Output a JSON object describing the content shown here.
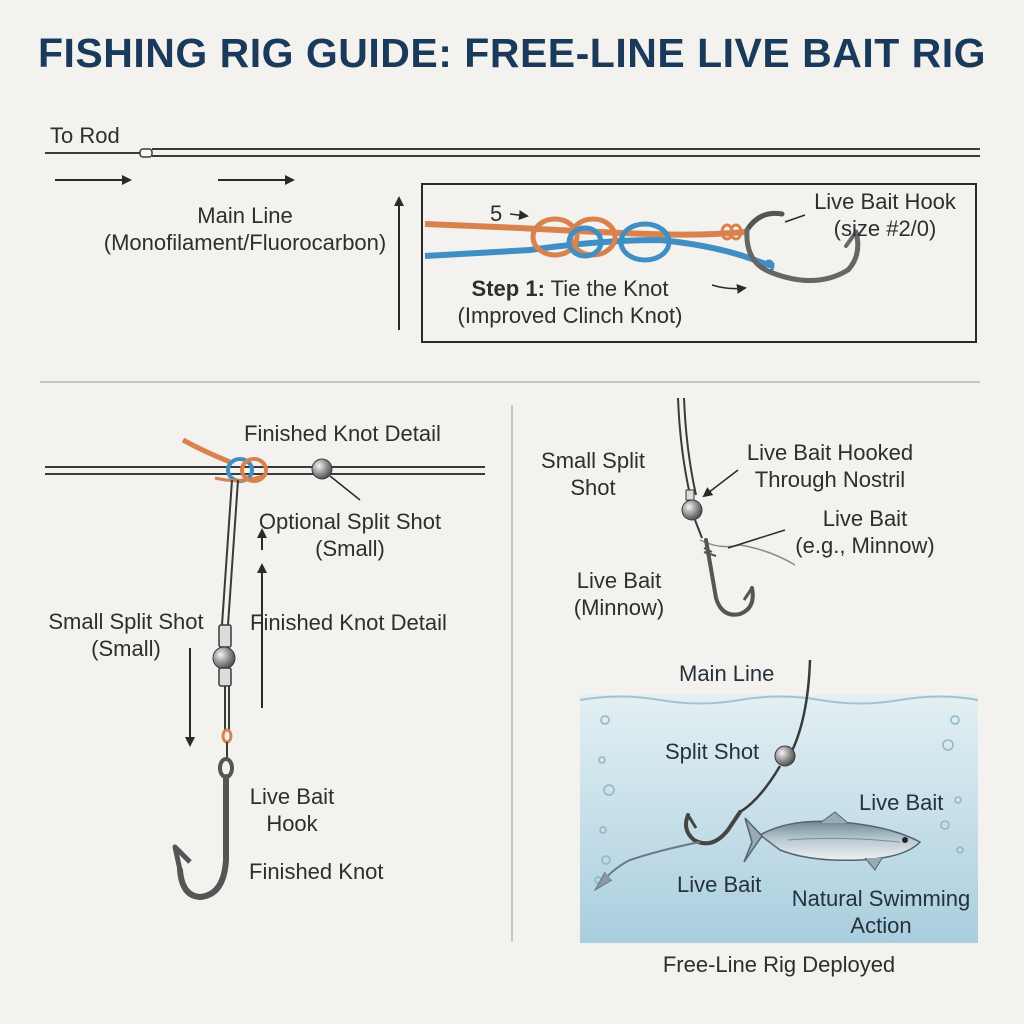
{
  "title": "FISHING RIG GUIDE: FREE-LINE LIVE BAIT RIG",
  "top": {
    "to_rod": "To Rod",
    "main_line": "Main Line",
    "main_line_material": "(Monofilament/Fluorocarbon)",
    "knot_count": "5",
    "hook_label": "Live Bait Hook",
    "hook_size": "(size #2/0)",
    "step_prefix": "Step 1:",
    "step_text": " Tie the Knot",
    "knot_name": "(Improved Clinch Knot)"
  },
  "bottom_left": {
    "finished_knot_detail_top": "Finished Knot Detail",
    "optional_split_shot": "Optional Split Shot",
    "optional_split_shot_size": "(Small)",
    "small_split_shot": "Small Split Shot",
    "small_split_shot_size": "(Small)",
    "finished_knot_detail_mid": "Finished  Knot Detail",
    "live_bait_hook_1": "Live Bait",
    "live_bait_hook_2": "Hook",
    "finished_knot": "Finished Knot"
  },
  "bottom_right": {
    "small_split_shot_1": "Small Split",
    "small_split_shot_2": "Shot",
    "hooked_1": "Live Bait Hooked",
    "hooked_2": "Through Nostril",
    "live_bait_eg_1": "Live Bait",
    "live_bait_eg_2": "(e.g., Minnow)",
    "live_bait_minnow_1": "Live Bait",
    "live_bait_minnow_2": "(Minnow)"
  },
  "water": {
    "main_line": "Main Line",
    "split_shot": "Split Shot",
    "live_bait_right": "Live Bait",
    "live_bait_bottom": "Live Bait",
    "natural_1": "Natural Swimming",
    "natural_2": "Action",
    "caption": "Free-Line Rig Deployed"
  },
  "colors": {
    "title": "#1a3a5c",
    "line": "#3a3a3a",
    "orange_line": "#d9824e",
    "blue_line": "#3f8fc4",
    "water": "#bcd9e6"
  }
}
